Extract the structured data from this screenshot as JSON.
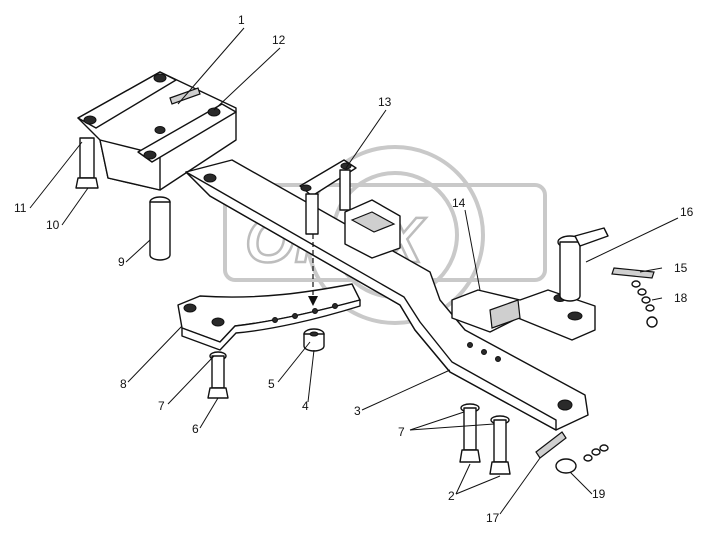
{
  "watermark": {
    "text": "OPEX"
  },
  "callouts": [
    "1",
    "2",
    "3",
    "4",
    "5",
    "6",
    "7",
    "7",
    "8",
    "9",
    "10",
    "11",
    "12",
    "13",
    "14",
    "15",
    "16",
    "17",
    "18",
    "19"
  ]
}
